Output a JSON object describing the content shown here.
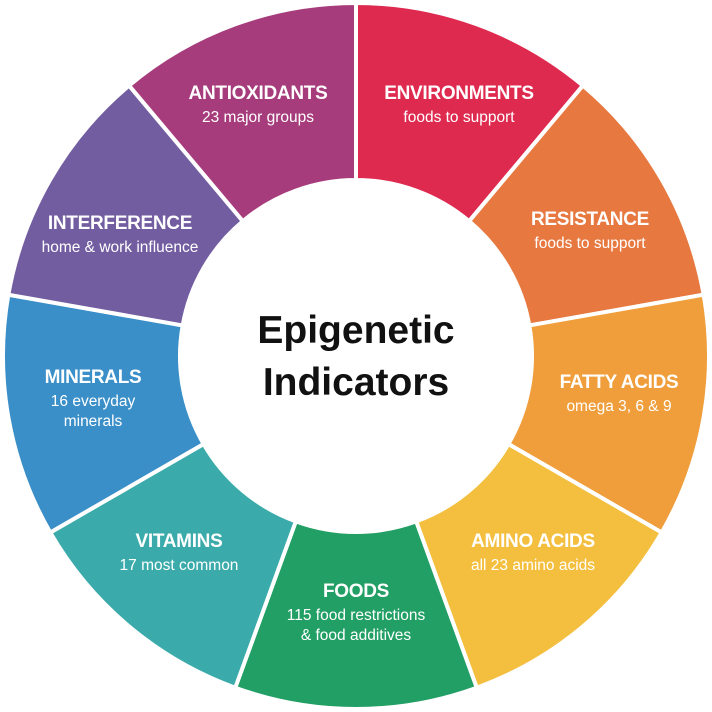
{
  "title": {
    "line1": "Epigenetic",
    "line2": "Indicators"
  },
  "segments": [
    {
      "title": "ENVIRONMENTS",
      "sub": [
        "foods to support"
      ],
      "color": "#DF2A4F"
    },
    {
      "title": "RESISTANCE",
      "sub": [
        "foods to support"
      ],
      "color": "#E77840"
    },
    {
      "title": "FATTY ACIDS",
      "sub": [
        "omega 3, 6 & 9"
      ],
      "color": "#F09E3B"
    },
    {
      "title": "AMINO ACIDS",
      "sub": [
        "all 23 amino acids"
      ],
      "color": "#F4BF3F"
    },
    {
      "title": "FOODS",
      "sub": [
        "115 food restrictions",
        "& food additives"
      ],
      "color": "#229F65"
    },
    {
      "title": "VITAMINS",
      "sub": [
        "17 most common"
      ],
      "color": "#3AABAA"
    },
    {
      "title": "MINERALS",
      "sub": [
        "16 everyday",
        "minerals"
      ],
      "color": "#3A8FC8"
    },
    {
      "title": "INTERFERENCE",
      "sub": [
        "home & work influence"
      ],
      "color": "#725DA1"
    },
    {
      "title": "ANTIOXIDANTS",
      "sub": [
        "23 major groups"
      ],
      "color": "#A63C7B"
    }
  ]
}
